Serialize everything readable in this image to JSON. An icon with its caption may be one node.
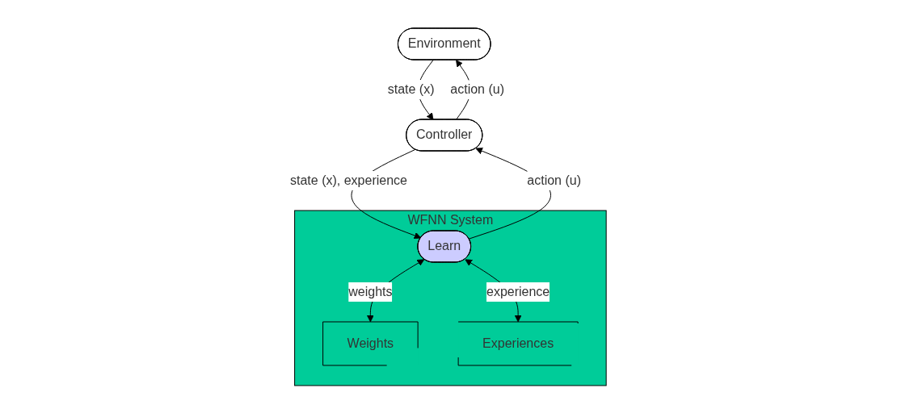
{
  "diagram": {
    "nodes": [
      {
        "text": [
          "Environment"
        ]
      },
      {
        "text": [
          "Controller"
        ]
      },
      {
        "text": [
          "WFNN System"
        ]
      },
      {
        "text": [
          "Learn"
        ],
        "in": 2
      },
      {
        "text": [
          "Weights"
        ],
        "in": 2
      },
      {
        "text": [
          "Experiences"
        ],
        "in": 2
      }
    ],
    "edges": [
      {
        "from": 1,
        "to": 0,
        "arrow": "to",
        "label": "action (u)"
      },
      {
        "from": 0,
        "to": 1,
        "arrow": "to",
        "label": "state (x)"
      },
      {
        "from": 3,
        "to": 1,
        "arrow": "to",
        "label": "action (u)"
      },
      {
        "from": 1,
        "to": 3,
        "arrow": "to",
        "label": "state (x), experience"
      },
      {
        "from": 3,
        "to": 4,
        "arrow": "both",
        "label": "weights"
      },
      {
        "from": 3,
        "to": 5,
        "arrow": "both",
        "label": "experience"
      }
    ]
  }
}
